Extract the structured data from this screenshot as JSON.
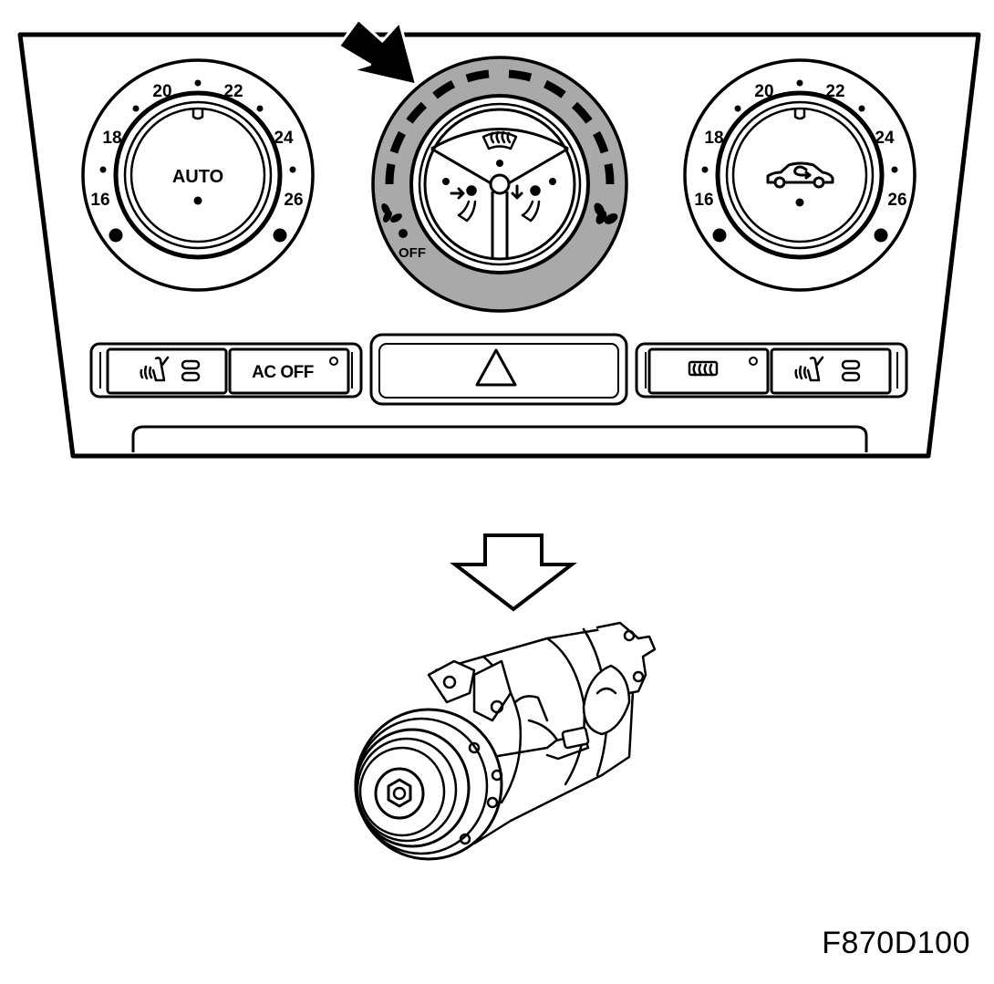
{
  "left_dial": {
    "center_label": "AUTO",
    "scale": [
      "16",
      "18",
      "20",
      "22",
      "24",
      "26"
    ]
  },
  "right_dial": {
    "scale": [
      "16",
      "18",
      "20",
      "22",
      "24",
      "26"
    ],
    "icon": "recirculation-car-icon"
  },
  "center_dial": {
    "off_label": "OFF",
    "icons": [
      "windshield-defrost-icon",
      "face-vent-icon",
      "floor-vent-icon",
      "fan-low-icon",
      "fan-high-icon"
    ],
    "highlight_color": "#a9a9a9"
  },
  "buttons": {
    "left_seat_heater_icon": "seat-heater-icon",
    "ac_off_label": "AC OFF",
    "hazard_icon": "hazard-triangle-icon",
    "rear_defrost_icon": "rear-defrost-icon",
    "right_seat_heater_icon": "seat-heater-icon"
  },
  "callout_arrow": "pointer-arrow-icon",
  "flow_arrow": "down-outline-arrow-icon",
  "component": "ac-compressor-illustration",
  "figure_id": "F870D100"
}
